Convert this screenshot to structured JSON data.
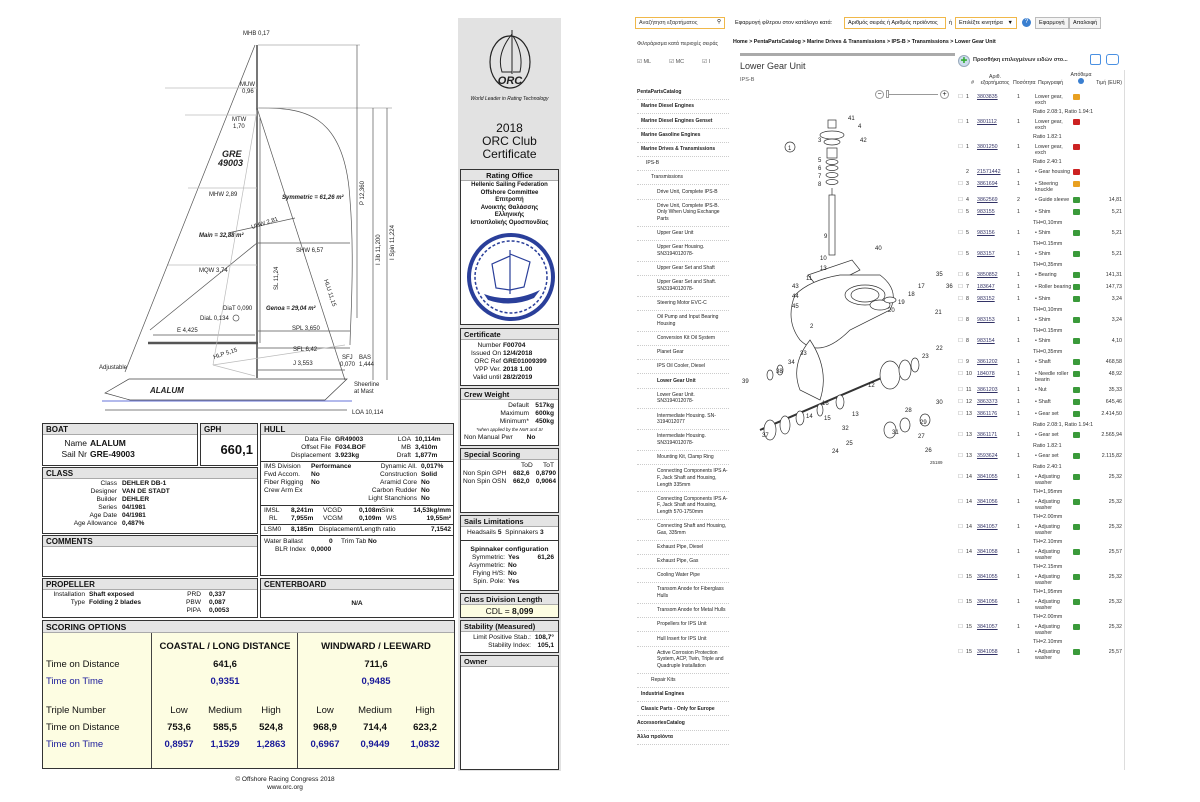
{
  "sail_plan": {
    "labels": [
      "MHB 0,17",
      "MUW",
      "0,96",
      "MTW",
      "1,70",
      "GRE",
      "49003",
      "MHW 2,89",
      "Symmetric = 61,26 m²",
      "Main = 32,88 m²",
      "UHW 2,81",
      "SHW 6,57",
      "MQW 3,74",
      "P 12,360",
      "I Jib 11,200",
      "I Spin 11,224",
      "SL 11,24",
      "HLU 11,15",
      "DiaT 0,090",
      "DiaL 0,134",
      "Genoa = 29,04 m²",
      "E 4,425",
      "SPL 3,650",
      "SFL 6,42",
      "HLP 5,15",
      "J 3,553",
      "SFJ",
      "0,070",
      "BAS",
      "1,444",
      "Adjustable",
      "ALALUM",
      "Sheerline",
      "at Mast",
      "LOA 10,114"
    ]
  },
  "boat": {
    "title": "BOAT",
    "name_label": "Name",
    "name": "ALALUM",
    "sail_label": "Sail Nr",
    "sail": "GRE-49003"
  },
  "gph": {
    "title": "GPH",
    "value": "660,1"
  },
  "hull": {
    "title": "HULL",
    "data_file_label": "Data File",
    "data_file": "GR49003",
    "loa_label": "LOA",
    "loa": "10,114m",
    "offset_label": "Offset File",
    "offset": "F034.BOF",
    "mb_label": "MB",
    "mb": "3,410m",
    "disp_label": "Displacement",
    "disp": "3.923kg",
    "draft_label": "Draft",
    "draft": "1,877m",
    "ims_label": "IMS Division",
    "ims": "Performance",
    "dyn_label": "Dynamic All.",
    "dyn": "0,017%",
    "fwd_label": "Fwd Accom.",
    "fwd": "No",
    "cons_label": "Construction",
    "cons": "Solid",
    "fiber_label": "Fiber Rigging",
    "fiber": "No",
    "aramid_label": "Aramid Core",
    "aramid": "No",
    "crew_label": "Crew Arm Ex",
    "carbon_label": "Carbon Rudder",
    "carbon": "No",
    "light_label": "Light Stanchions",
    "light": "No",
    "imsl_label": "IMSL",
    "imsl": "8,241m",
    "vcgd_label": "VCGD",
    "vcgd": "0,108m",
    "sink_label": "Sink",
    "sink": "14,53kg/mm",
    "rl_label": "RL",
    "rl": "7,955m",
    "vcgm_label": "VCGM",
    "vcgm": "0,109m",
    "ws_label": "WS",
    "ws": "19,55m²",
    "lsm_label": "LSM0",
    "lsm": "8,185m",
    "dl_label": "Displacement/Length ratio",
    "dl": "7,1542",
    "wb_label": "Water Ballast",
    "wb": "0",
    "trim_label": "Trim Tab",
    "trim": "No",
    "blr_label": "BLR Index",
    "blr": "0,0000"
  },
  "class": {
    "title": "CLASS",
    "class_label": "Class",
    "class": "DEHLER DB-1",
    "designer_label": "Designer",
    "designer": "VAN DE STADT",
    "builder_label": "Builder",
    "builder": "DEHLER",
    "series_label": "Series",
    "series": "04/1981",
    "age_label": "Age Date",
    "age": "04/1981",
    "allow_label": "Age Allowance",
    "allow": "0,487%"
  },
  "comments": {
    "title": "COMMENTS"
  },
  "propeller": {
    "title": "PROPELLER",
    "inst_label": "Installation",
    "inst": "Shaft exposed",
    "type_label": "Type",
    "type": "Folding 2 blades",
    "prd_label": "PRD",
    "prd": "0,337",
    "pbw_label": "PBW",
    "pbw": "0,087",
    "pipa_label": "PIPA",
    "pipa": "0,0053"
  },
  "centerboard": {
    "title": "CENTERBOARD",
    "value": "N/A"
  },
  "scoring": {
    "title": "SCORING OPTIONS",
    "coastal": "COASTAL / LONG DISTANCE",
    "windward": "WINDWARD / LEEWARD",
    "tod_label": "Time on Distance",
    "tot_label": "Time on Time",
    "coastal_tod": "641,6",
    "coastal_tot": "0,9351",
    "wl_tod": "711,6",
    "wl_tot": "0,9485",
    "triple_label": "Triple Number",
    "levels": [
      "Low",
      "Medium",
      "High",
      "Low",
      "Medium",
      "High"
    ],
    "triple_tod": [
      "753,6",
      "585,5",
      "524,8",
      "968,9",
      "714,4",
      "623,2"
    ],
    "triple_tot": [
      "0,8957",
      "1,1529",
      "1,2863",
      "0,6967",
      "0,9449",
      "1,0832"
    ]
  },
  "footer": {
    "copyright": "© Offshore Racing Congress 2018",
    "url": "www.orc.org"
  },
  "orc": {
    "logo": "ORC",
    "tagline": "World Leader in Rating Technology",
    "year": "2018",
    "cert1": "ORC Club",
    "cert2": "Certificate"
  },
  "rating_office": {
    "title": "Rating Office",
    "lines": [
      "Hellenic Sailing Federation",
      "Offshore Committee",
      "Επιτροπή",
      "Ανοικτής Θαλάσσης",
      "Ελληνικής",
      "Ιστιοπλοϊκής Ομοσπονδίας"
    ]
  },
  "certificate": {
    "title": "Certificate",
    "number_label": "Number",
    "number": "F00704",
    "issued_label": "Issued On",
    "issued": "12/4/2018",
    "ref_label": "ORC Ref",
    "ref": "GRE01009399",
    "vpp_label": "VPP Ver.",
    "vpp": "2018 1.00",
    "valid_label": "Valid until",
    "valid": "28/2/2019"
  },
  "crew": {
    "title": "Crew Weight",
    "default_label": "Default",
    "default": "517kg",
    "max_label": "Maximum",
    "max": "600kg",
    "min_label": "Minimum*",
    "min": "450kg",
    "note": "*when applied by the NoR and SI",
    "nmp_label": "Non Manual Pwr",
    "nmp": "No"
  },
  "special": {
    "title": "Special Scoring",
    "tod": "ToD",
    "tot": "ToT",
    "gph_label": "Non Spin GPH",
    "gph_tod": "682,6",
    "gph_tot": "0,8790",
    "osn_label": "Non Spin OSN",
    "osn_tod": "662,0",
    "osn_tot": "0,9064"
  },
  "sails": {
    "title": "Sails Limitations",
    "head_label": "Headsails",
    "head": "5",
    "spin_label": "Spinnakers",
    "spin": "3",
    "config_title": "Spinnaker configuration",
    "sym_label": "Symmetric:",
    "sym": "Yes",
    "sym_area": "61,26",
    "asym_label": "Asymmetric:",
    "asym": "No",
    "fly_label": "Flying H/S:",
    "fly": "No",
    "pole_label": "Spin. Pole:",
    "pole": "Yes"
  },
  "cdl": {
    "title": "Class Division Length",
    "label": "CDL =",
    "value": "8,099"
  },
  "stability": {
    "title": "Stability (Measured)",
    "lps_label": "Limit Positive Stab.:",
    "lps": "108,7°",
    "si_label": "Stability Index:",
    "si": "105,1"
  },
  "owner": {
    "title": "Owner"
  },
  "catalog": {
    "search_placeholder": "Αναζήτηση εξαρτήματος",
    "filter_label": "Εφαρμογή φίλτρου στον κατάλογο κατά:",
    "filter_input": "Αριθμός σειράς ή Αριθμός προϊόντος",
    "or": "ή",
    "engine_select": "Επιλέξτε κινητήρα",
    "apply": "Εφαρμογή",
    "clear": "Απαλοιφή",
    "region_filter": "Φιλτράρισμα κατά περιοχές σειράς",
    "regions": [
      "ML",
      "MC",
      "I"
    ],
    "breadcrumb": "Home > PentaPartsCatalog > Marine Drives & Transmissions > IPS-B > Transmissions > Lower Gear Unit",
    "title": "Lower Gear Unit",
    "subtitle": "IPS-B",
    "add_selected": "Προσθήκη επιλεγμένων ειδών στο...",
    "columns": [
      "#",
      "Αριθ. εξαρτήματος",
      "Ποσότητα",
      "Περιγραφή",
      "Απόθεμα",
      "Τιμή (EUR)"
    ],
    "sidebar": [
      {
        "label": "PentaPartsCatalog",
        "level": 0,
        "bold": true
      },
      {
        "label": "Marine Diesel Engines",
        "level": 1,
        "bold": true
      },
      {
        "label": "Marine Diesel Engines Genset",
        "level": 1,
        "bold": true
      },
      {
        "label": "Marine Gasoline Engines",
        "level": 1,
        "bold": true
      },
      {
        "label": "Marine Drives & Transmissions",
        "level": 1,
        "bold": true
      },
      {
        "label": "IPS-B",
        "level": 2
      },
      {
        "label": "Transmissions",
        "level": 3
      },
      {
        "label": "Drive Unit, Complete IPS-B",
        "level": 4
      },
      {
        "label": "Drive Unit, Complete IPS-B. Only When Using Exchange Parts",
        "level": 4
      },
      {
        "label": "Upper Gear Unit",
        "level": 4
      },
      {
        "label": "Upper Gear Housing. SN3194012078-",
        "level": 4
      },
      {
        "label": "Upper Gear Set and Shaft",
        "level": 4
      },
      {
        "label": "Upper Gear Set and Shaft. SN3194012078-",
        "level": 4
      },
      {
        "label": "Steering Motor EVC-C",
        "level": 4
      },
      {
        "label": "Oil Pump and Input Bearing Housing",
        "level": 4
      },
      {
        "label": "Conversion Kit Oil System",
        "level": 4
      },
      {
        "label": "Planet Gear",
        "level": 4
      },
      {
        "label": "IPS Oil Cooler, Diesel",
        "level": 4
      },
      {
        "label": "Lower Gear Unit",
        "level": 4,
        "bold": true
      },
      {
        "label": "Lower Gear Unit. SN3194012078-",
        "level": 4
      },
      {
        "label": "Intermediate Housing. SN-3194012077",
        "level": 4
      },
      {
        "label": "Intermediate Housing. SN3194012078-",
        "level": 4
      },
      {
        "label": "Mounting Kit, Clamp Ring",
        "level": 4
      },
      {
        "label": "Connecting Components IPS A-F, Jack Shaft and Housing, Length 335mm",
        "level": 4
      },
      {
        "label": "Connecting Components IPS A-F, Jack Shaft and Housing, Length 570-1750mm",
        "level": 4
      },
      {
        "label": "Connecting Shaft and Housing, Gas, 335mm",
        "level": 4
      },
      {
        "label": "Exhaust Pipe, Diesel",
        "level": 4
      },
      {
        "label": "Exhaust Pipe, Gas",
        "level": 4
      },
      {
        "label": "Cooling Water Pipe",
        "level": 4
      },
      {
        "label": "Transom Anode for Fiberglass Hulls",
        "level": 4
      },
      {
        "label": "Transom Anode for Metal Hulls",
        "level": 4
      },
      {
        "label": "Propellers for IPS Unit",
        "level": 4
      },
      {
        "label": "Hull Insert for IPS Unit",
        "level": 4
      },
      {
        "label": "Active Corrosion Protection System, ACP, Twin, Triple and Quadruple Installation",
        "level": 4
      },
      {
        "label": "Repair Kits",
        "level": 3
      },
      {
        "label": "Industrial Engines",
        "level": 1,
        "bold": true
      },
      {
        "label": "Classic Parts - Only for Europe",
        "level": 1,
        "bold": true
      },
      {
        "label": "AccessoriesCatalog",
        "level": 0,
        "bold": true
      },
      {
        "label": "Άλλα προϊόντα",
        "level": 0,
        "bold": true
      }
    ],
    "parts": [
      {
        "ref": "1",
        "pn": "3803835",
        "qty": "1",
        "desc": "Lower gear, exch",
        "stock": "orange",
        "price": "",
        "note": "Ratio 2.08:1, Ratio 1.94:1",
        "cb": true
      },
      {
        "ref": "1",
        "pn": "3801112",
        "qty": "1",
        "desc": "Lower gear, exch",
        "stock": "red",
        "price": "",
        "note": "Ratio 1.82:1",
        "cb": true
      },
      {
        "ref": "1",
        "pn": "3801250",
        "qty": "1",
        "desc": "Lower gear, exch",
        "stock": "red",
        "price": "",
        "note": "Ratio 2.40:1",
        "cb": true
      },
      {
        "ref": "2",
        "pn": "21571442",
        "qty": "1",
        "desc": "• Gear housing",
        "stock": "red",
        "price": "",
        "note": "",
        "cb": false
      },
      {
        "ref": "3",
        "pn": "3861694",
        "qty": "1",
        "desc": "• Steering knuckle",
        "stock": "orange",
        "price": "",
        "note": "",
        "cb": true
      },
      {
        "ref": "4",
        "pn": "3862569",
        "qty": "2",
        "desc": "• Guide sleeve",
        "stock": "green",
        "price": "14,81",
        "note": "",
        "cb": true
      },
      {
        "ref": "5",
        "pn": "983155",
        "qty": "1",
        "desc": "• Shim",
        "stock": "green",
        "price": "5,21",
        "note": "TH=0,10mm",
        "cb": true
      },
      {
        "ref": "5",
        "pn": "983156",
        "qty": "1",
        "desc": "• Shim",
        "stock": "green",
        "price": "5,21",
        "note": "TH=0.15mm",
        "cb": true
      },
      {
        "ref": "5",
        "pn": "983157",
        "qty": "1",
        "desc": "• Shim",
        "stock": "green",
        "price": "5,21",
        "note": "TH=0,35mm",
        "cb": true
      },
      {
        "ref": "6",
        "pn": "3850852",
        "qty": "1",
        "desc": "• Bearing",
        "stock": "green",
        "price": "141,31",
        "note": "",
        "cb": true
      },
      {
        "ref": "7",
        "pn": "183647",
        "qty": "1",
        "desc": "• Roller bearing",
        "stock": "green",
        "price": "147,73",
        "note": "",
        "cb": true
      },
      {
        "ref": "8",
        "pn": "983152",
        "qty": "1",
        "desc": "• Shim",
        "stock": "green",
        "price": "3,24",
        "note": "TH=0,10mm",
        "cb": true
      },
      {
        "ref": "8",
        "pn": "983153",
        "qty": "1",
        "desc": "• Shim",
        "stock": "green",
        "price": "3,24",
        "note": "TH=0.15mm",
        "cb": true
      },
      {
        "ref": "8",
        "pn": "983154",
        "qty": "1",
        "desc": "• Shim",
        "stock": "green",
        "price": "4,10",
        "note": "TH=0,35mm",
        "cb": true
      },
      {
        "ref": "9",
        "pn": "3861202",
        "qty": "1",
        "desc": "• Shaft",
        "stock": "green",
        "price": "468,58",
        "note": "",
        "cb": true
      },
      {
        "ref": "10",
        "pn": "184078",
        "qty": "1",
        "desc": "• Needle roller bearin",
        "stock": "green",
        "price": "48,92",
        "note": "",
        "cb": true
      },
      {
        "ref": "11",
        "pn": "3861203",
        "qty": "1",
        "desc": "• Nut",
        "stock": "green",
        "price": "35,33",
        "note": "",
        "cb": true
      },
      {
        "ref": "12",
        "pn": "3863373",
        "qty": "1",
        "desc": "• Shaft",
        "stock": "green",
        "price": "645,46",
        "note": "",
        "cb": true
      },
      {
        "ref": "13",
        "pn": "3861176",
        "qty": "1",
        "desc": "• Gear set",
        "stock": "green",
        "price": "2.414,50",
        "note": "Ratio 2.08:1, Ratio 1.94:1",
        "cb": true
      },
      {
        "ref": "13",
        "pn": "3861171",
        "qty": "1",
        "desc": "• Gear set",
        "stock": "green",
        "price": "2.565,94",
        "note": "Ratio 1.82:1",
        "cb": true
      },
      {
        "ref": "13",
        "pn": "3593624",
        "qty": "1",
        "desc": "• Gear set",
        "stock": "green",
        "price": "2.115,82",
        "note": "Ratio 2.40:1",
        "cb": true
      },
      {
        "ref": "14",
        "pn": "3841055",
        "qty": "1",
        "desc": "• Adjusting washer",
        "stock": "green",
        "price": "25,32",
        "note": "TH=1,95mm",
        "cb": true
      },
      {
        "ref": "14",
        "pn": "3841056",
        "qty": "1",
        "desc": "• Adjusting washer",
        "stock": "green",
        "price": "25,32",
        "note": "TH=2.00mm",
        "cb": true
      },
      {
        "ref": "14",
        "pn": "3841057",
        "qty": "1",
        "desc": "• Adjusting washer",
        "stock": "green",
        "price": "25,32",
        "note": "TH=2.10mm",
        "cb": true
      },
      {
        "ref": "14",
        "pn": "3841058",
        "qty": "1",
        "desc": "• Adjusting washer",
        "stock": "green",
        "price": "25,57",
        "note": "TH=2.15mm",
        "cb": true
      },
      {
        "ref": "15",
        "pn": "3841055",
        "qty": "1",
        "desc": "• Adjusting washer",
        "stock": "green",
        "price": "25,32",
        "note": "TH=1,95mm",
        "cb": true
      },
      {
        "ref": "15",
        "pn": "3841056",
        "qty": "1",
        "desc": "• Adjusting washer",
        "stock": "green",
        "price": "25,32",
        "note": "TH=2.00mm",
        "cb": true
      },
      {
        "ref": "15",
        "pn": "3841057",
        "qty": "1",
        "desc": "• Adjusting washer",
        "stock": "green",
        "price": "25,32",
        "note": "TH=2.10mm",
        "cb": true
      },
      {
        "ref": "15",
        "pn": "3841058",
        "qty": "1",
        "desc": "• Adjusting washer",
        "stock": "green",
        "price": "25,57",
        "note": "",
        "cb": true
      }
    ],
    "diagram": {
      "callouts": [
        "41",
        "4",
        "3",
        "42",
        "1",
        "5",
        "6",
        "7",
        "8",
        "9",
        "40",
        "10",
        "13",
        "11",
        "43",
        "44",
        "45",
        "2",
        "33",
        "34",
        "38",
        "39",
        "12",
        "16",
        "14",
        "15",
        "17",
        "18",
        "19",
        "20",
        "21",
        "22",
        "23",
        "24",
        "25",
        "26",
        "27",
        "28",
        "29",
        "30",
        "31",
        "32",
        "35",
        "36",
        "37",
        "13"
      ],
      "drawing_id": "25189"
    },
    "stock_colors": {
      "orange": "#e8a020",
      "red": "#cc2222",
      "green": "#3a9a3a"
    }
  }
}
